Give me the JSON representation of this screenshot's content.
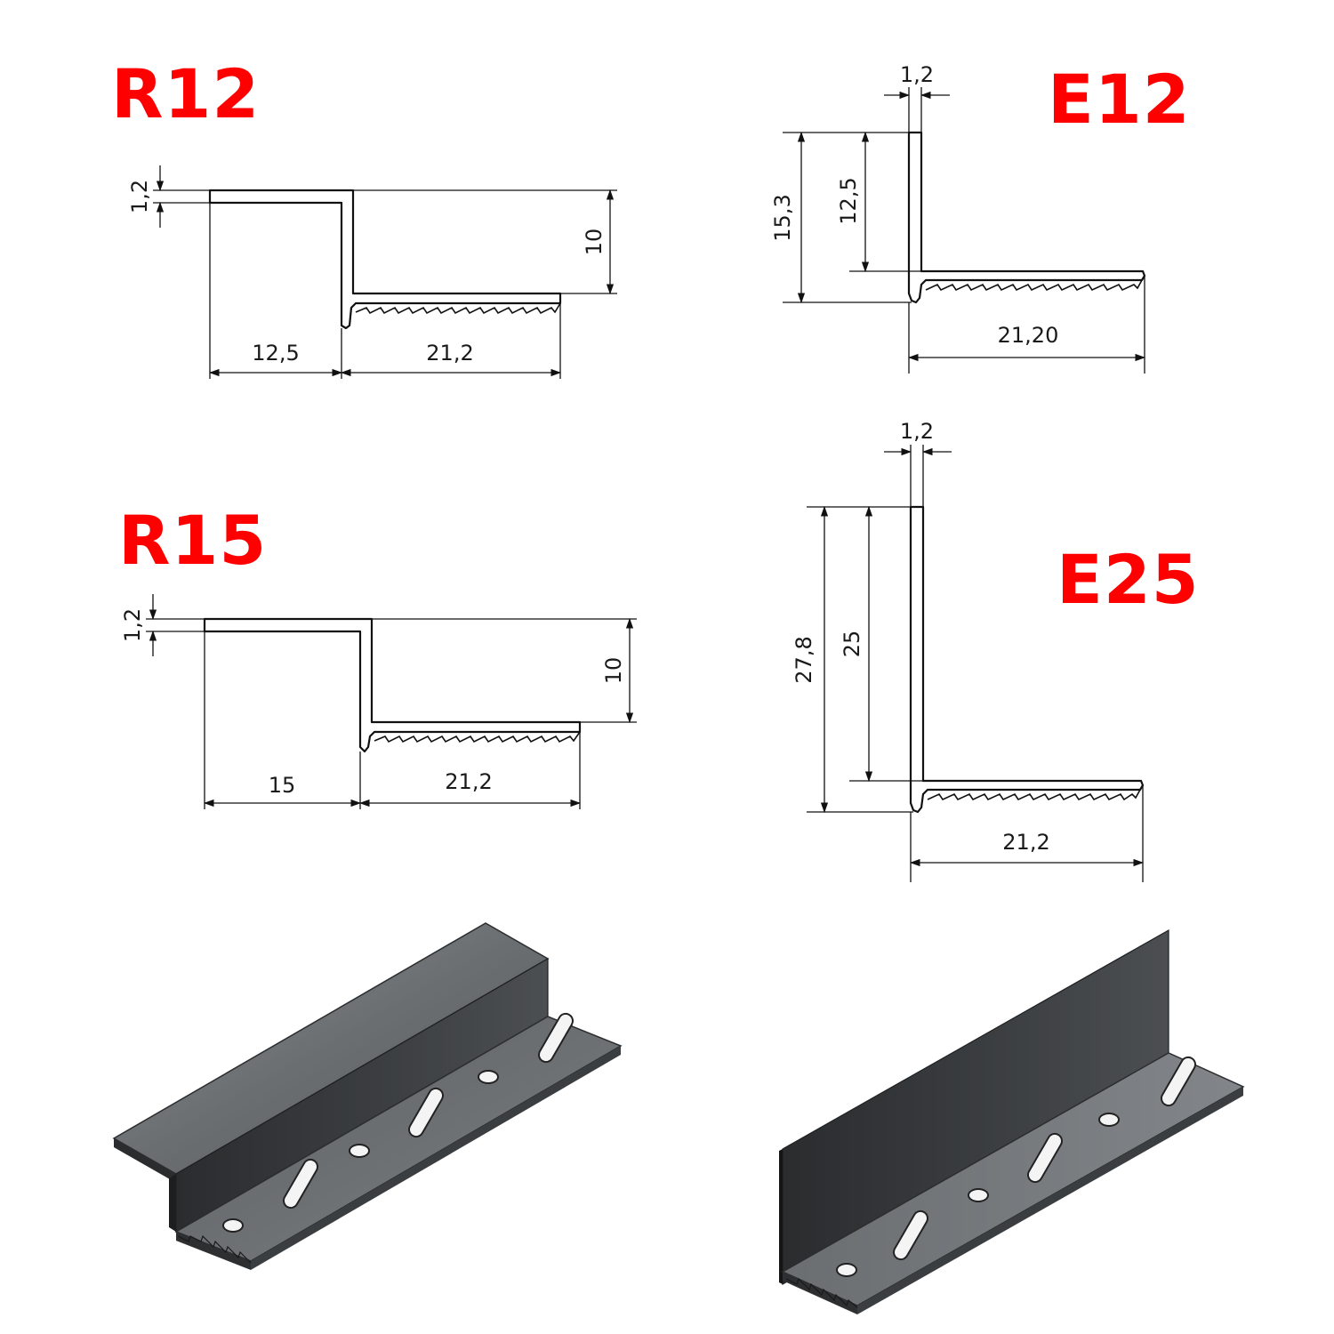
{
  "colors": {
    "title": "#ff0000",
    "line": "#111111",
    "dark_metal": "#3a3c3e"
  },
  "profiles": {
    "r12": {
      "title": "R12",
      "thickness": "1,2",
      "height": "10",
      "width_left": "12,5",
      "width_right": "21,2"
    },
    "r15": {
      "title": "R15",
      "thickness": "1,2",
      "height": "10",
      "width_left": "15",
      "width_right": "21,2"
    },
    "e12": {
      "title": "E12",
      "thickness": "1,2",
      "total_height": "15,3",
      "inner_height": "12,5",
      "base_width": "21,20"
    },
    "e25": {
      "title": "E25",
      "thickness": "1,2",
      "total_height": "27,8",
      "inner_height": "25",
      "base_width": "21,2"
    }
  }
}
